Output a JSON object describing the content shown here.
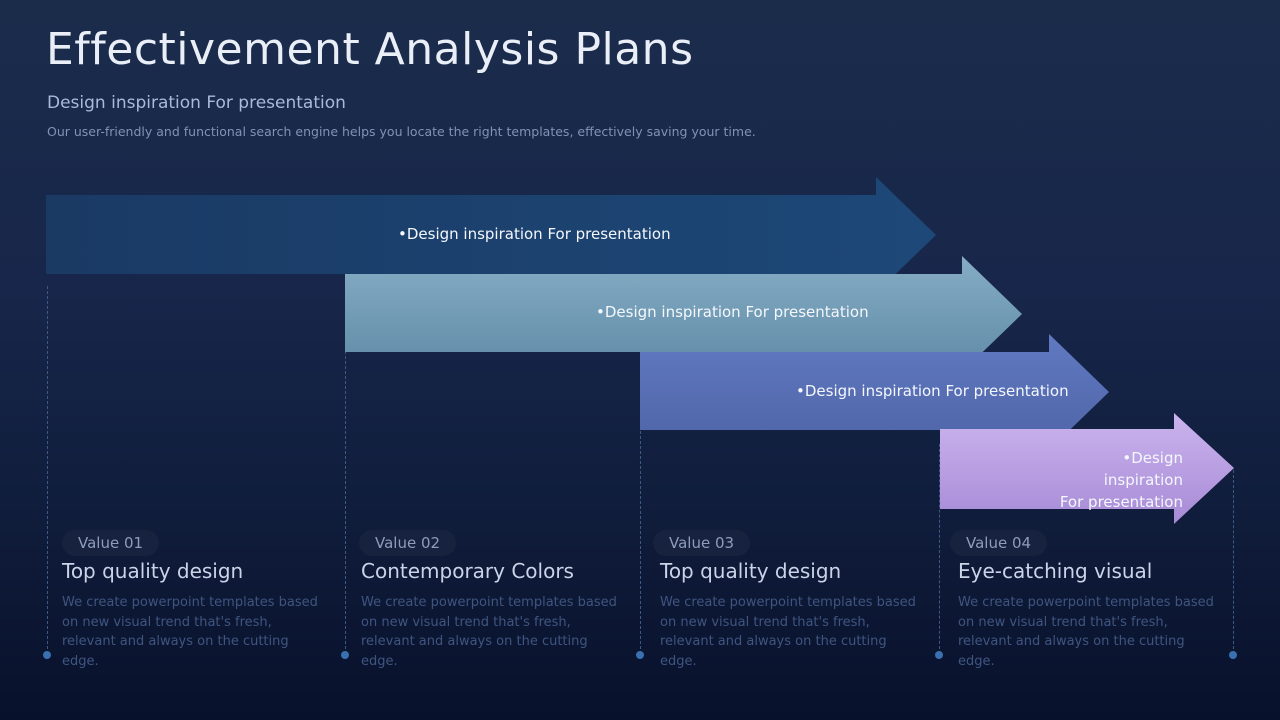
{
  "header": {
    "title": "Effectivement Analysis Plans",
    "subtitle": "Design inspiration For presentation",
    "description": "Our user-friendly and functional search engine helps you locate the right templates, effectively saving your time."
  },
  "arrows": [
    {
      "label": "•Design inspiration For presentation",
      "color": "#1d4470"
    },
    {
      "label": "•Design inspiration For presentation",
      "color": "#7aa6c0"
    },
    {
      "label": "•Design inspiration For presentation",
      "color": "#5b74bb"
    },
    {
      "label_line1": "•Design inspiration",
      "label_line2": "For presentation",
      "color": "#b79ae0"
    }
  ],
  "columns": [
    {
      "badge": "Value 01",
      "title": "Top quality design",
      "description": "We create powerpoint templates based on new visual trend that's fresh, relevant and always on the cutting edge."
    },
    {
      "badge": "Value 02",
      "title": "Contemporary Colors",
      "description": "We create powerpoint templates based on new visual trend that's fresh, relevant and always on the cutting edge."
    },
    {
      "badge": "Value 03",
      "title": "Top quality design",
      "description": "We create powerpoint templates based on new visual trend that's fresh, relevant and always on the cutting edge."
    },
    {
      "badge": "Value 04",
      "title": "Eye-catching visual",
      "description": "We create powerpoint templates based on new visual trend that's fresh, relevant and always on the cutting edge."
    }
  ]
}
